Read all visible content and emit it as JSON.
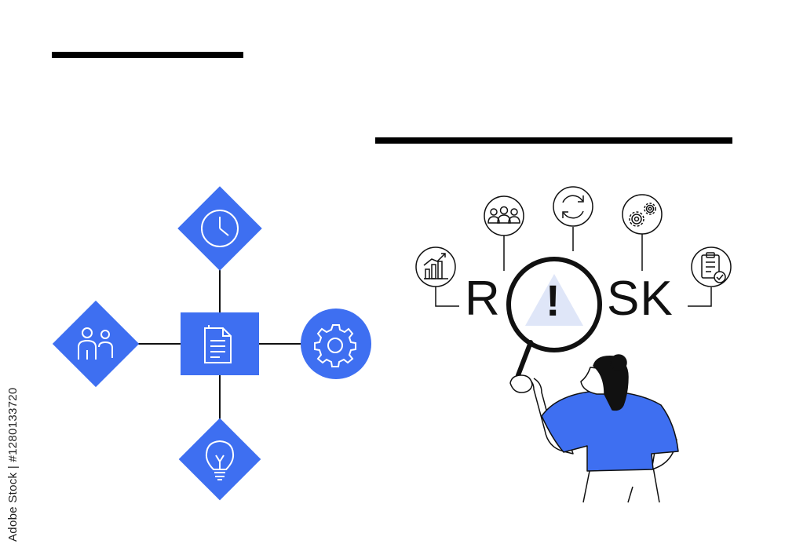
{
  "risk_word": {
    "left": "R",
    "right": "SK",
    "exclamation": "!"
  },
  "stock_id": "Adobe Stock | #1280133720",
  "colors": {
    "accent": "#3e6ff1",
    "ink": "#111111",
    "glass": "#dfe6f8"
  },
  "icons": {
    "top_diamond": "clock-icon",
    "left_diamond": "people-icon",
    "center_square": "document-icon",
    "right_circle": "gear-icon",
    "bottom_diamond": "lightbulb-icon",
    "risk_badges": [
      "growth-chart-icon",
      "team-icon",
      "refresh-icon",
      "gears-icon",
      "checklist-icon"
    ]
  }
}
